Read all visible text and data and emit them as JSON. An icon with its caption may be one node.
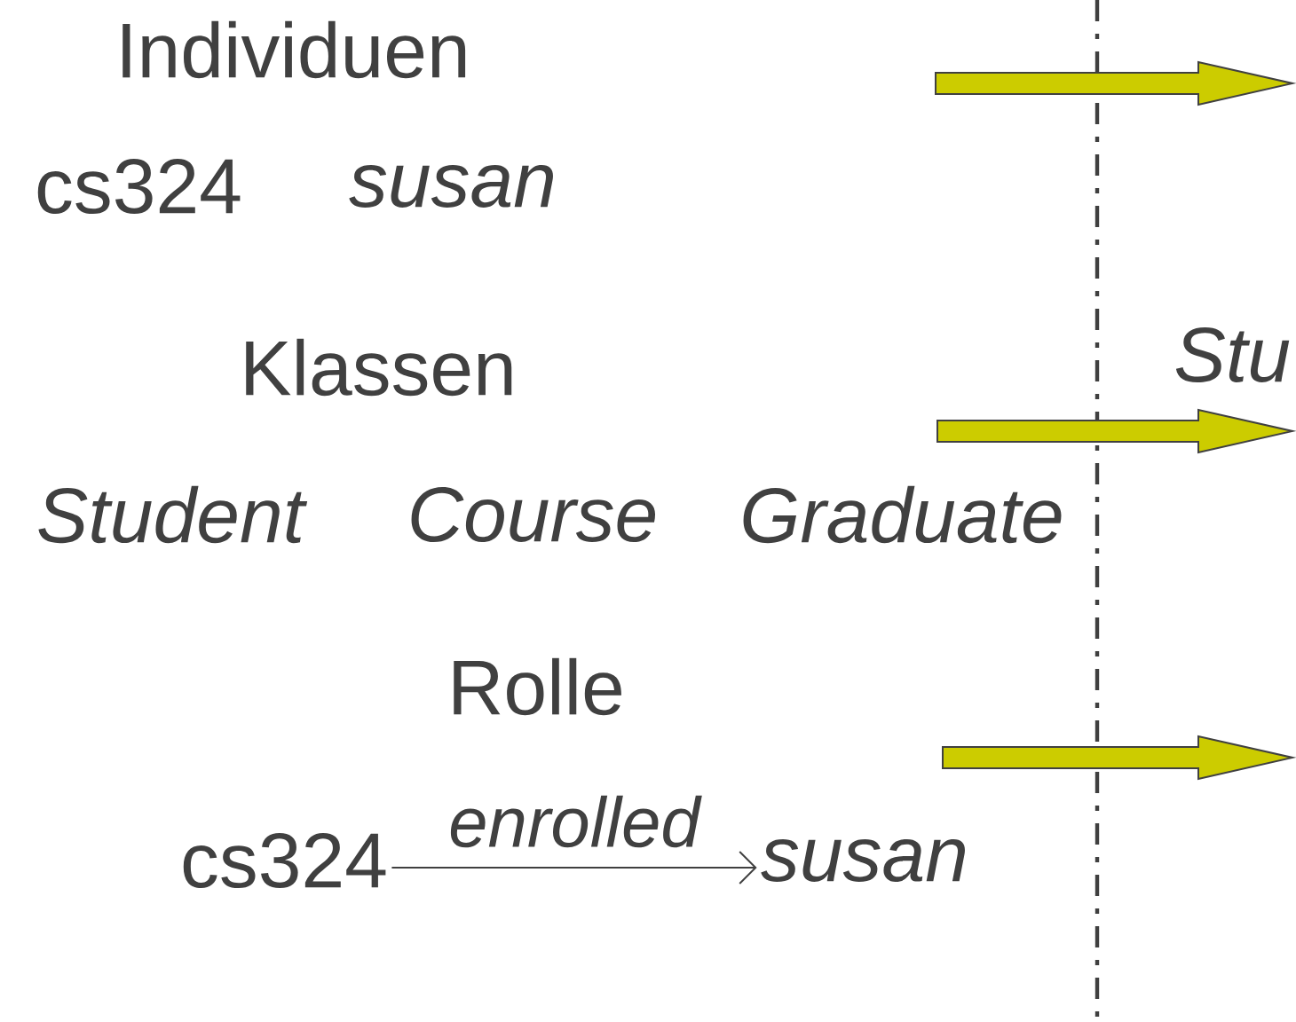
{
  "diagram": {
    "nodes": [
      {
        "text": [
          "cs324"
        ]
      },
      {
        "text": [
          "susan"
        ]
      }
    ],
    "edges": [
      {
        "from": 0,
        "to": 1,
        "arrow": "to",
        "label": "enrolled"
      }
    ],
    "labels": [
      "Individuen",
      "cs324",
      "susan",
      "Klassen",
      "Student",
      "Course",
      "Graduate",
      "Rolle",
      "Stu"
    ]
  }
}
